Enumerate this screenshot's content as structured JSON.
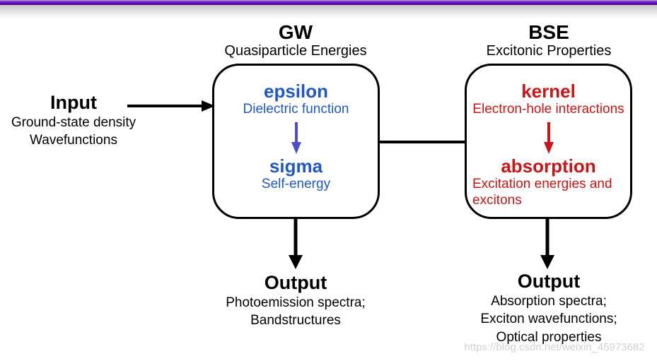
{
  "colors": {
    "bar_purple": "#5a0cb1",
    "blue": "#2157cc",
    "blue_arrow": "#4b4dd0",
    "red": "#cc1414",
    "watermark_gray": "#d2d2d2"
  },
  "icons": {
    "input_arrow": "right-arrow",
    "module_arrow": "down-arrow",
    "output_arrow": "down-arrow"
  },
  "input": {
    "title": "Input",
    "line1": "Ground-state density",
    "line2": "Wavefunctions"
  },
  "gw": {
    "header": "GW",
    "subheader": "Quasiparticle Energies",
    "module1": "epsilon",
    "module1_desc": "Dielectric function",
    "module2": "sigma",
    "module2_desc": "Self-energy"
  },
  "bse": {
    "header": "BSE",
    "subheader": "Excitonic Properties",
    "module1": "kernel",
    "module1_desc": "Electron-hole interactions",
    "module2": "absorption",
    "module2_desc": "Excitation energies and excitons"
  },
  "gw_output": {
    "title": "Output",
    "line1": "Photoemission spectra;",
    "line2": "Bandstructures"
  },
  "bse_output": {
    "title": "Output",
    "line1": "Absorption spectra;",
    "line2": "Exciton wavefunctions;",
    "line3": "Optical properties"
  },
  "watermark": "https://blog.csdn.net/weixin_45973682"
}
